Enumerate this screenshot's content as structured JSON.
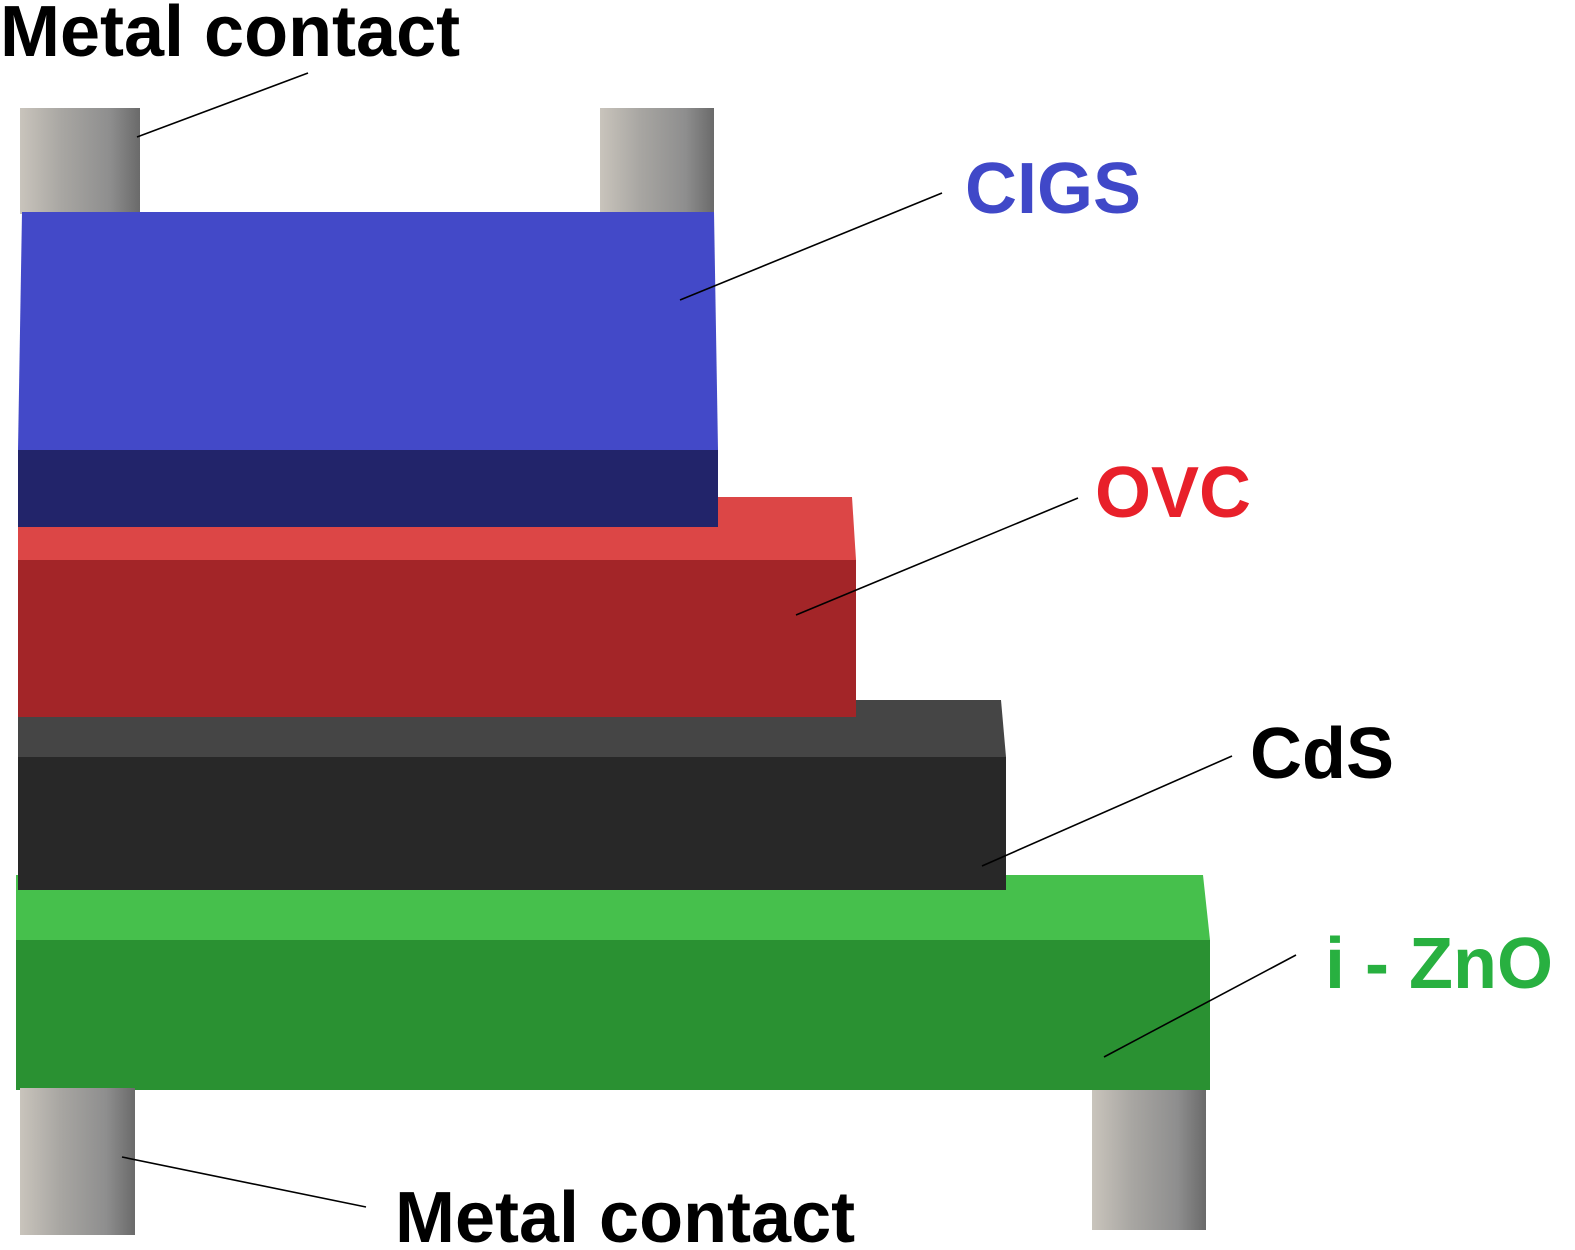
{
  "labels": {
    "top_contact": "Metal contact",
    "bottom_contact": "Metal contact",
    "cigs": "CIGS",
    "ovc": "OVC",
    "cds": "CdS",
    "izno": "i - ZnO"
  },
  "colors": {
    "cigs_top": "#4349c8",
    "cigs_front": "#22246a",
    "ovc_top": "#dc4646",
    "ovc_front": "#a32528",
    "cds_top": "#454545",
    "cds_front": "#282828",
    "izno_top": "#46c04c",
    "izno_front": "#2a9132",
    "cigs_label": "#4048c8",
    "ovc_label": "#e8202a",
    "cds_label": "#000000",
    "izno_label": "#28b040",
    "contact": "#9a9a9a"
  }
}
